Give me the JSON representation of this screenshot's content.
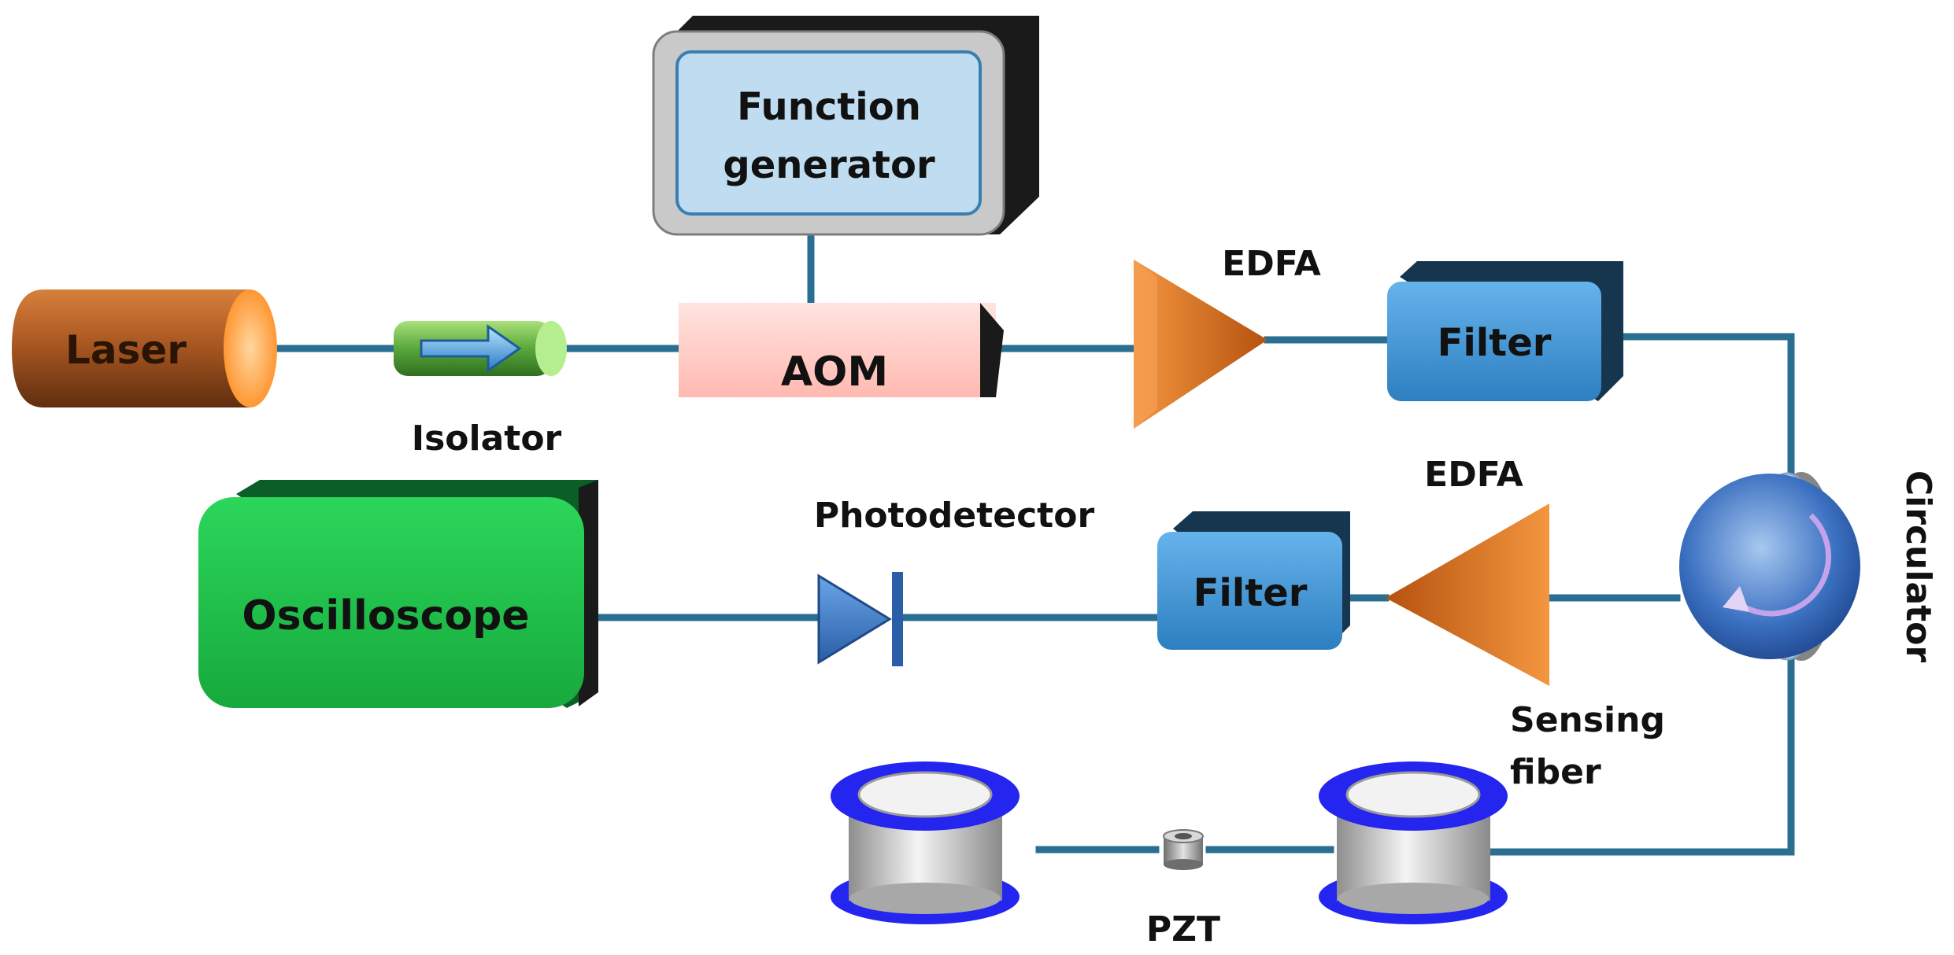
{
  "labels": {
    "laser": "Laser",
    "isolator": "Isolator",
    "function_generator_line1": "Function",
    "function_generator_line2": "generator",
    "aom": "AOM",
    "edfa_top": "EDFA",
    "filter_top": "Filter",
    "circulator": "Circulator",
    "oscilloscope": "Oscilloscope",
    "photodetector": "Photodetector",
    "filter_bottom": "Filter",
    "edfa_bottom": "EDFA",
    "sensing_fiber_line1": "Sensing",
    "sensing_fiber_line2": "fiber",
    "pzt": "PZT"
  },
  "colors": {
    "fiber": "#2a6f92",
    "laser": "#a4541f",
    "laser_end": "#ff9d33",
    "isolator": "#64b946",
    "function_generator_face": "#bfdcf0",
    "function_generator_bezel": "#c9c9c9",
    "aom": "#ffc9c3",
    "edfa": "#e9791e",
    "filter": "#4d9bd7",
    "filter_dark": "#16354f",
    "oscilloscope": "#1ec24a",
    "oscilloscope_dark": "#0b5e26",
    "photodetector": "#3e7cc1",
    "circulator": "#2b62b5",
    "spool_flange": "#2525f0",
    "spool_core": "#d9d9d9"
  }
}
